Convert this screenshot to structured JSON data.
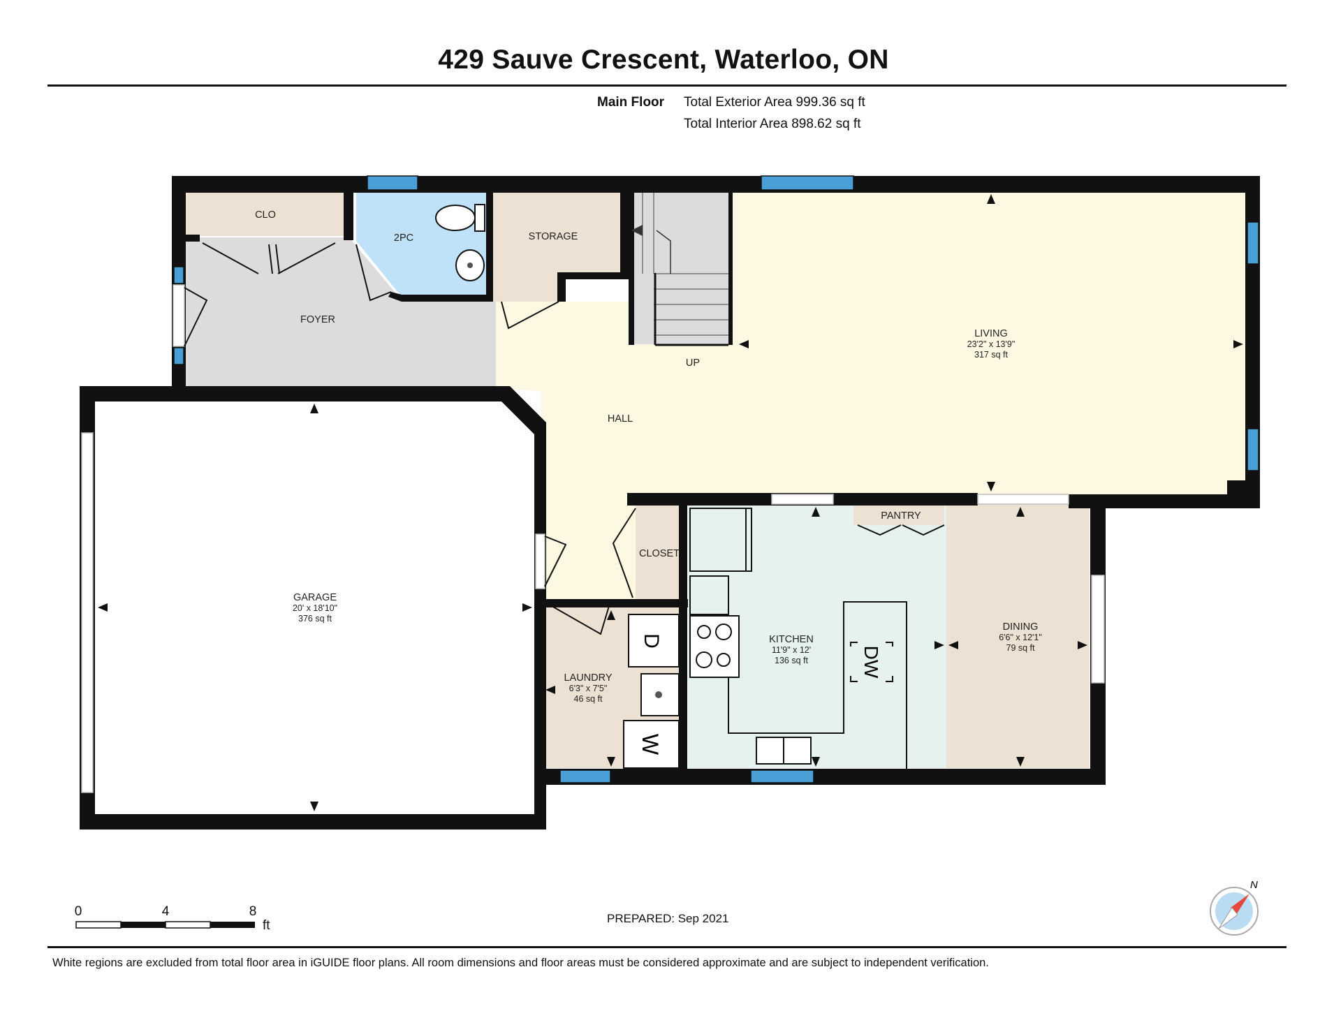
{
  "header": {
    "title": "429 Sauve Crescent, Waterloo, ON",
    "floor_name": "Main Floor",
    "exterior_area": "Total Exterior Area 999.36 sq ft",
    "interior_area": "Total Interior Area 898.62 sq ft"
  },
  "rooms": {
    "clo": {
      "name": "CLO"
    },
    "two_pc": {
      "name": "2PC"
    },
    "storage": {
      "name": "STORAGE"
    },
    "foyer": {
      "name": "FOYER"
    },
    "up": {
      "name": "UP"
    },
    "living": {
      "name": "LIVING",
      "dims": "23'2\" x 13'9\"",
      "area": "317 sq ft"
    },
    "hall": {
      "name": "HALL"
    },
    "garage": {
      "name": "GARAGE",
      "dims": "20' x 18'10\"",
      "area": "376 sq ft"
    },
    "closet": {
      "name": "CLOSET"
    },
    "pantry": {
      "name": "PANTRY"
    },
    "kitchen": {
      "name": "KITCHEN",
      "dims": "11'9\" x 12'",
      "area": "136 sq ft"
    },
    "dining": {
      "name": "DINING",
      "dims": "6'6\" x 12'1\"",
      "area": "79 sq ft"
    },
    "laundry": {
      "name": "LAUNDRY",
      "dims": "6'3\" x 7'5\"",
      "area": "46 sq ft"
    }
  },
  "appliances": {
    "dryer": "D",
    "washer": "W",
    "dishwasher": "DW"
  },
  "scale": {
    "ticks": [
      "0",
      "4",
      "8"
    ],
    "unit": "ft"
  },
  "compass": {
    "label": "N"
  },
  "prepared": "PREPARED: Sep 2021",
  "disclaimer": "White regions are excluded from total floor area in iGUIDE floor plans. All room dimensions and floor areas must be considered approximate and are subject to independent verification.",
  "colors": {
    "wall": "#111111",
    "window": "#4a9fd6",
    "living_hall": "#fdf8e1",
    "foyer": "#dcdcdc",
    "bath": "#bfe2f8",
    "storage": "#ece1d2",
    "kitchen": "#e6f2ee",
    "dining": "#ece1d2",
    "laundry": "#ece1d2",
    "garage": "#ffffff"
  }
}
